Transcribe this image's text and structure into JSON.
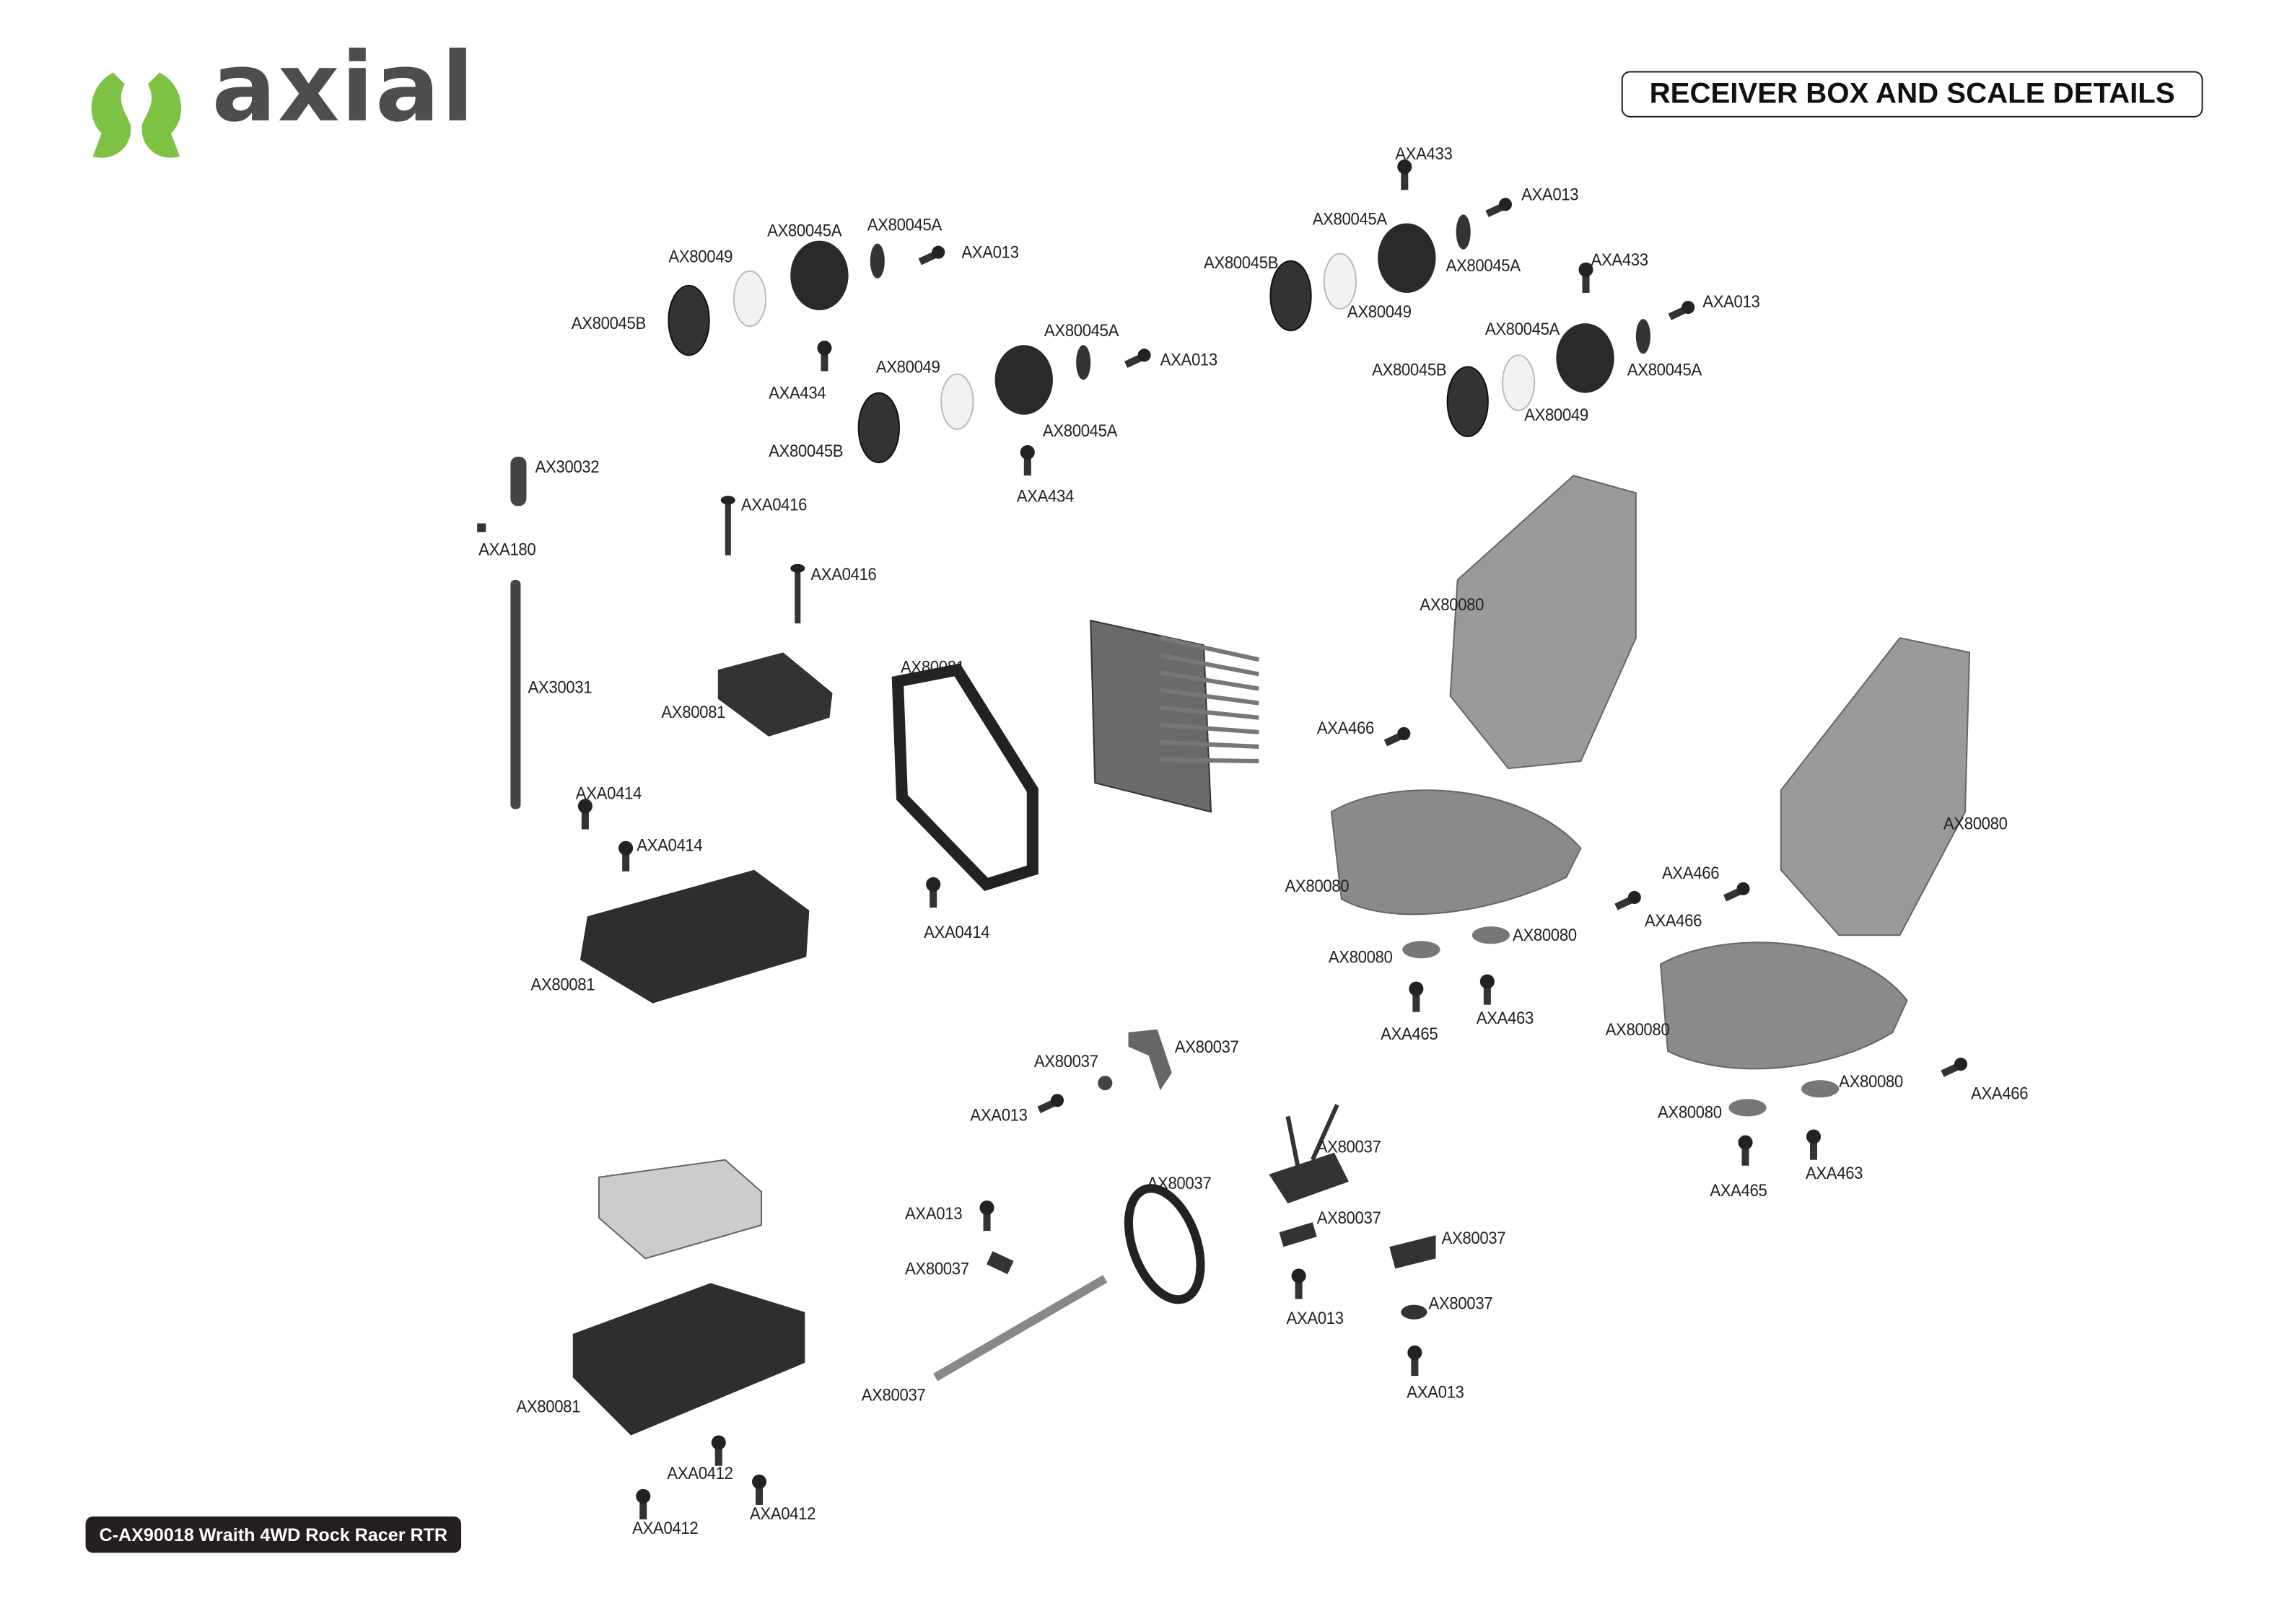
{
  "logo": {
    "text": "axial",
    "brand_color": "#7dc242",
    "text_color": "#4d4d4f"
  },
  "title": "RECEIVER BOX AND SCALE DETAILS",
  "footer": "C-AX90018 Wraith 4WD Rock Racer RTR",
  "part_labels": [
    "AX80049",
    "AX80045A",
    "AX80045A",
    "AXA013",
    "AX80045B",
    "AXA434",
    "AX80045A",
    "AXA013",
    "AX80049",
    "AX80045B",
    "AX80045A",
    "AXA434",
    "AXA433",
    "AXA013",
    "AX80045A",
    "AX80045B",
    "AX80045A",
    "AXA433",
    "AX80049",
    "AXA013",
    "AX80045A",
    "AX80045B",
    "AX80045A",
    "AX80049",
    "AX30032",
    "AXA180",
    "AXA0416",
    "AXA0416",
    "AX30031",
    "AX80081",
    "AX80081",
    "AXA0414",
    "AXA0414",
    "AX80081",
    "AXA0414",
    "AX80080",
    "AXA466",
    "AX80080",
    "AXA466",
    "AXA466",
    "AX80080",
    "AX80080",
    "AX80080",
    "AXA465",
    "AXA463",
    "AX80080",
    "AX80080",
    "AXA466",
    "AX80080",
    "AXA465",
    "AXA463",
    "AX80037",
    "AX80037",
    "AXA013",
    "AX80037",
    "AX80037",
    "AXA013",
    "AX80037",
    "AX80037",
    "AX80037",
    "AXA013",
    "AX80037",
    "AXA013",
    "AX80037",
    "AX80081",
    "AXA0412",
    "AXA0412",
    "AXA0412"
  ]
}
